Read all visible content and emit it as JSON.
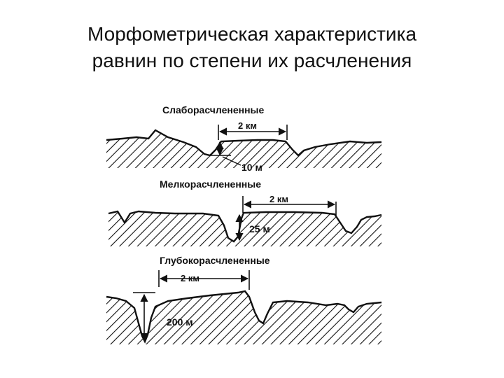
{
  "slide": {
    "title_line1": "Морфометрическая характеристика",
    "title_line2": "равнин по степени их расчленения"
  },
  "panels": [
    {
      "label": "Слаборасчлененные",
      "width_label": "2 км",
      "depth_label": "10 м"
    },
    {
      "label": "Мелкорасчлененные",
      "width_label": "2 км",
      "depth_label": "25 м"
    },
    {
      "label": "Глубокорасчлененные",
      "width_label": "2 км",
      "depth_label": "200 м"
    }
  ],
  "colors": {
    "ink": "#111111",
    "background": "#ffffff"
  }
}
